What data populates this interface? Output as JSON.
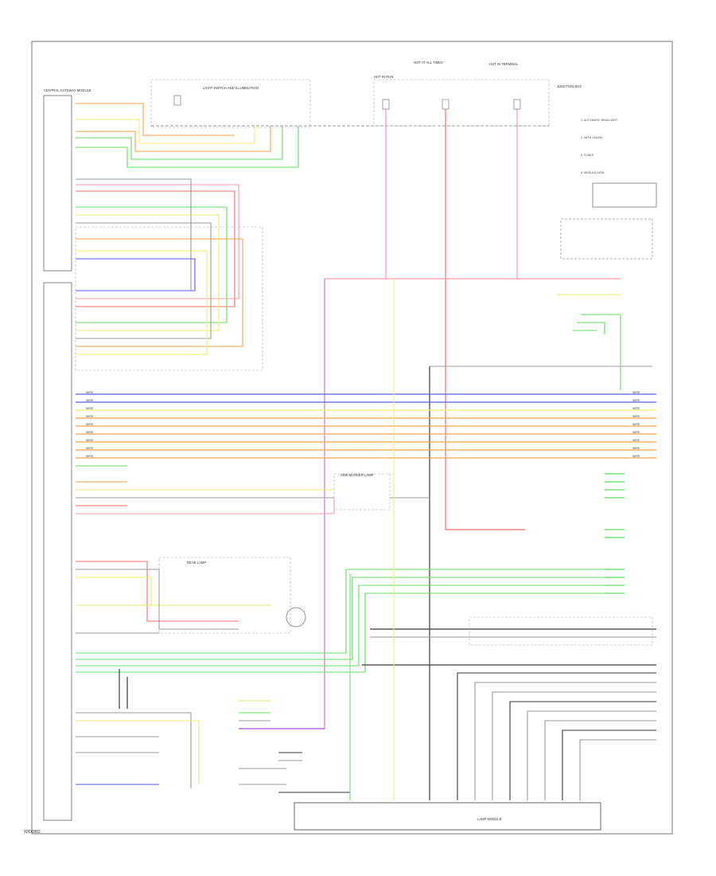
{
  "diagram": {
    "type": "wiring-schematic",
    "modules": [
      {
        "id": "central-gateway-module",
        "label": "CENTRAL GATEWAY MODULE"
      },
      {
        "id": "light-switch-module",
        "label": "LIGHT SWITCH AND ILLUMINATION"
      },
      {
        "id": "hot-in-run",
        "label": "HOT IN RUN"
      },
      {
        "id": "hot-at-all-times",
        "label": "HOT AT ALL TIMES"
      },
      {
        "id": "hot-in-terminal",
        "label": "HOT IN TERMINAL"
      },
      {
        "id": "junction-box",
        "label": "JUNCTION BOX"
      },
      {
        "id": "side-marker-lamp",
        "label": "SIDE MARKER LAMP"
      },
      {
        "id": "rear-lamp",
        "label": "REAR LAMP"
      },
      {
        "id": "lamp-module",
        "label": "LAMP MODULE"
      }
    ],
    "wire_colors": {
      "red": "#ff6b6b",
      "pink": "#ff9aa8",
      "orange": "#f3a24a",
      "yellow": "#eded6a",
      "green": "#5fdc5f",
      "blue": "#5a5aff",
      "violet": "#a64fd1",
      "gray": "#9a9a9a",
      "black": "#3a3a3a",
      "white": "#e0e0e0"
    },
    "notes": [
      "1: AUTOMATIC HEADLIGHT",
      "2: WITH XENON",
      "3: FUSES",
      "4: MODULE DATA"
    ]
  },
  "footer": {
    "code": "W/D0002"
  }
}
